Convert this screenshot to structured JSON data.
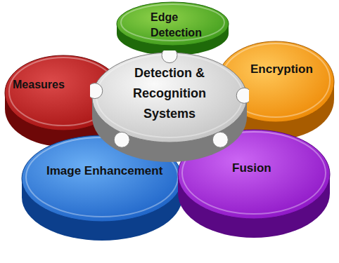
{
  "diagram": {
    "nodes": [
      {
        "text": [
          "Edge Detection"
        ]
      },
      {
        "text": [
          "Measures"
        ]
      },
      {
        "text": [
          "Detection & Recognition Systems"
        ]
      },
      {
        "text": [
          "Encryption"
        ]
      },
      {
        "text": [
          "Image Enhancement"
        ]
      },
      {
        "text": [
          "Fusion"
        ]
      }
    ]
  }
}
